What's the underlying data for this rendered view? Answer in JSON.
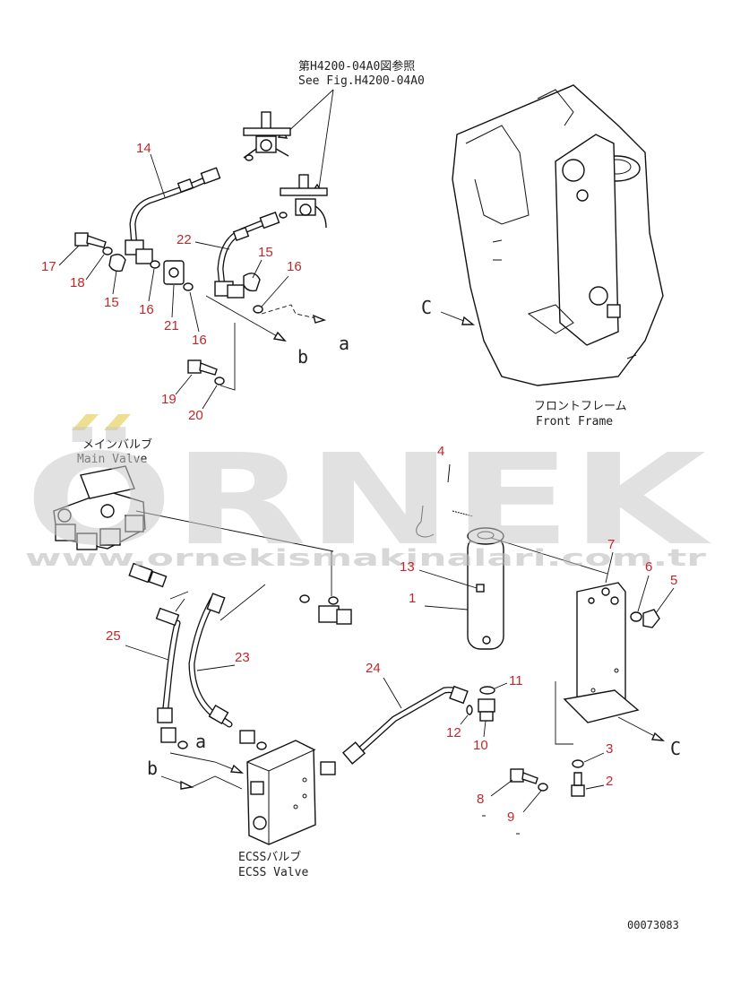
{
  "reference": {
    "jp": "第H4200-04A0図参照",
    "en": "See Fig.H4200-04A0"
  },
  "labels": {
    "main_valve_jp": "メインバルブ",
    "main_valve_en": "Main Valve",
    "front_frame_jp": "フロントフレーム",
    "front_frame_en": "Front Frame",
    "ecss_valve_jp": "ECSSバルブ",
    "ecss_valve_en": "ECSS Valve",
    "letter_a_top": "a",
    "letter_b_top": "b",
    "letter_c_left": "C",
    "letter_c_right": "C",
    "letter_a_bottom": "a",
    "letter_b_bottom": "b"
  },
  "watermark": {
    "brand": "ÖRNEK",
    "url": "www.ornekismakinalari.com.tr"
  },
  "drawing_number": "00073083",
  "part_numbers": {
    "p1": "1",
    "p2": "2",
    "p3": "3",
    "p4": "4",
    "p5": "5",
    "p6": "6",
    "p7": "7",
    "p8": "8",
    "p9": "9",
    "p10": "10",
    "p11": "11",
    "p12": "12",
    "p13": "13",
    "p14": "14",
    "p15a": "15",
    "p15b": "15",
    "p16a": "16",
    "p16b": "16",
    "p16c": "16",
    "p17": "17",
    "p18": "18",
    "p19": "19",
    "p20": "20",
    "p21": "21",
    "p22": "22",
    "p23": "23",
    "p24": "24",
    "p25": "25"
  },
  "colors": {
    "callout": "#c0282c",
    "line": "#111111",
    "watermark": "#c9c9c9",
    "watermark_accent": "#e8d36a"
  }
}
